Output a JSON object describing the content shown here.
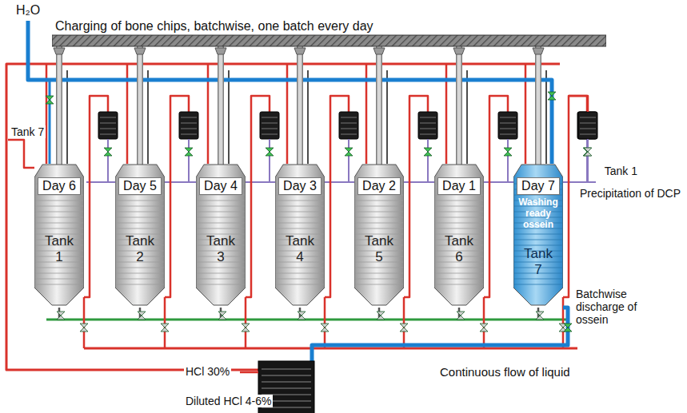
{
  "diagram": {
    "nodes": [
      {
        "text": [
          "Charging of bone chips, batchwise, one batch every day"
        ]
      },
      {
        "text": [
          "Day 6",
          "Tank 1"
        ]
      },
      {
        "text": [
          "Day 5",
          "Tank 2"
        ]
      },
      {
        "text": [
          "Day 4",
          "Tank 3"
        ]
      },
      {
        "text": [
          "Day 3",
          "Tank 4"
        ]
      },
      {
        "text": [
          "Day 2",
          "Tank 5"
        ]
      },
      {
        "text": [
          "Day 1",
          "Tank 6"
        ]
      },
      {
        "text": [
          "Day 7",
          "Washing ready ossein",
          "Tank 7"
        ]
      }
    ],
    "edges": [
      {
        "from": 0,
        "to": 1,
        "arrow": "none"
      },
      {
        "from": 0,
        "to": 2,
        "arrow": "none"
      },
      {
        "from": 0,
        "to": 3,
        "arrow": "none"
      },
      {
        "from": 0,
        "to": 4,
        "arrow": "none"
      },
      {
        "from": 0,
        "to": 5,
        "arrow": "none"
      },
      {
        "from": 0,
        "to": 6,
        "arrow": "none"
      },
      {
        "from": 0,
        "to": 7,
        "arrow": "none"
      }
    ],
    "labels": [
      "H₂O",
      "Tank 7",
      "Tank 1",
      "Precipitation of DCP",
      "Batchwise discharge of ossein",
      "Continuous flow of liquid",
      "HCl 30%",
      "Diluted HCl 4-6%"
    ]
  }
}
